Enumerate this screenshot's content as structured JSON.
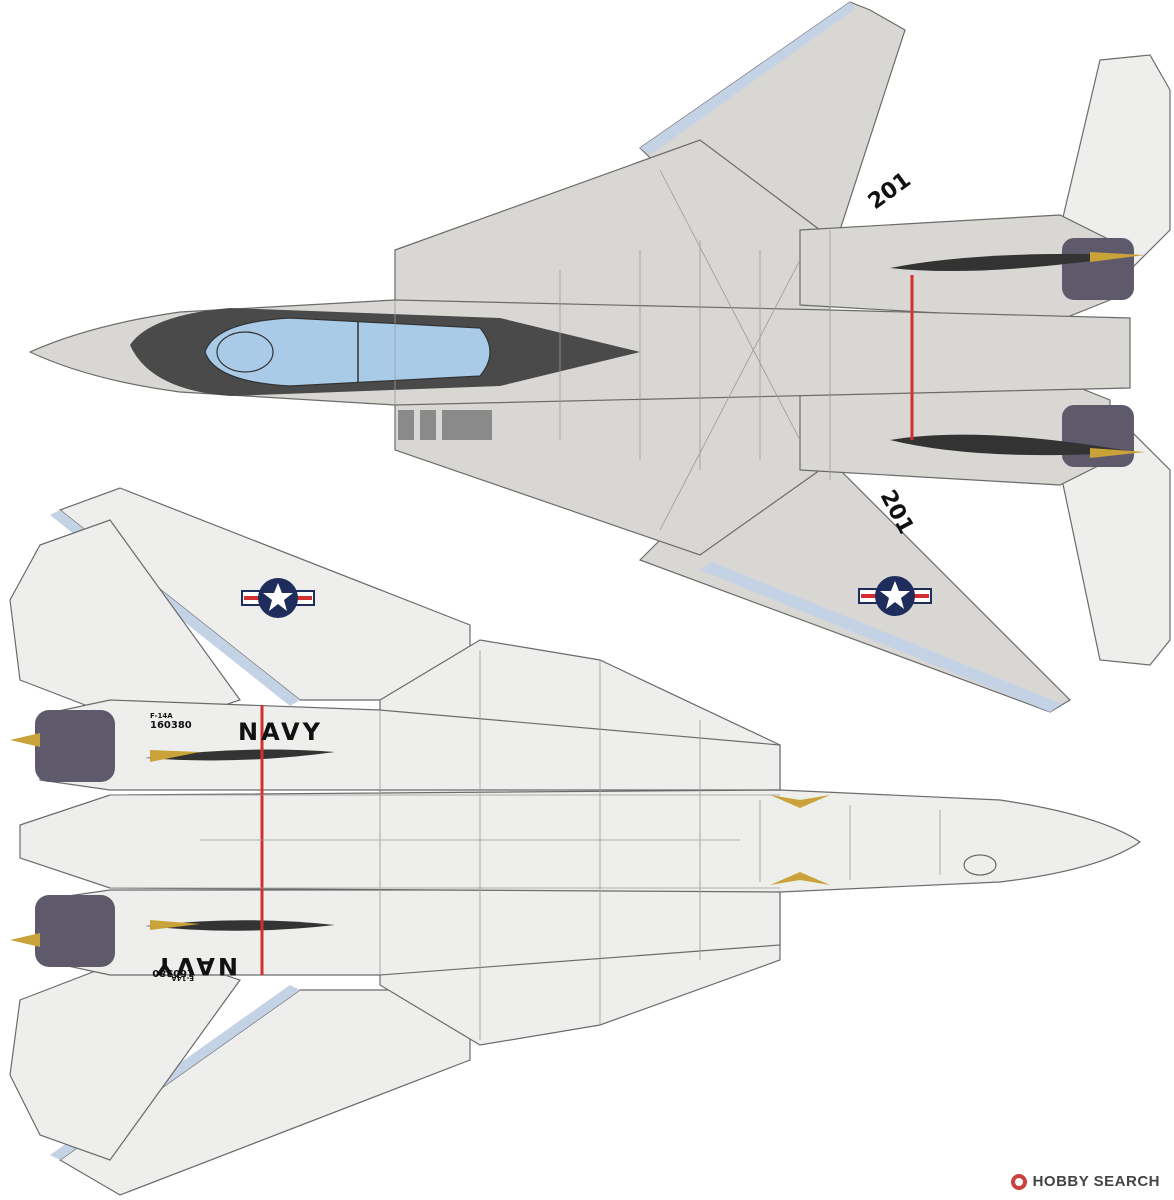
{
  "top_view": {
    "modex_upper": "201",
    "modex_lower": "201"
  },
  "bottom_view": {
    "navy_upper": "NAVY",
    "navy_lower": "NAVY",
    "type_upper": "F-14A",
    "serial_upper": "160380",
    "type_lower": "F-14A",
    "serial_lower": "160380"
  },
  "watermark": {
    "text": "HOBBY SEARCH",
    "icon": "hobby-search-logo-icon"
  },
  "colors": {
    "airframe": "#d9d7d3",
    "underside": "#eeeeec",
    "line": "#6b6b6b",
    "canopy": "#a9cbe8",
    "anti_glare": "#4a4a4a",
    "nozzle": "#5e5a6b",
    "brass": "#c9a23a",
    "stripe": "#d32f2f",
    "roundel_blue": "#1f2d5c",
    "wing_edge": "#c4d2e6"
  }
}
